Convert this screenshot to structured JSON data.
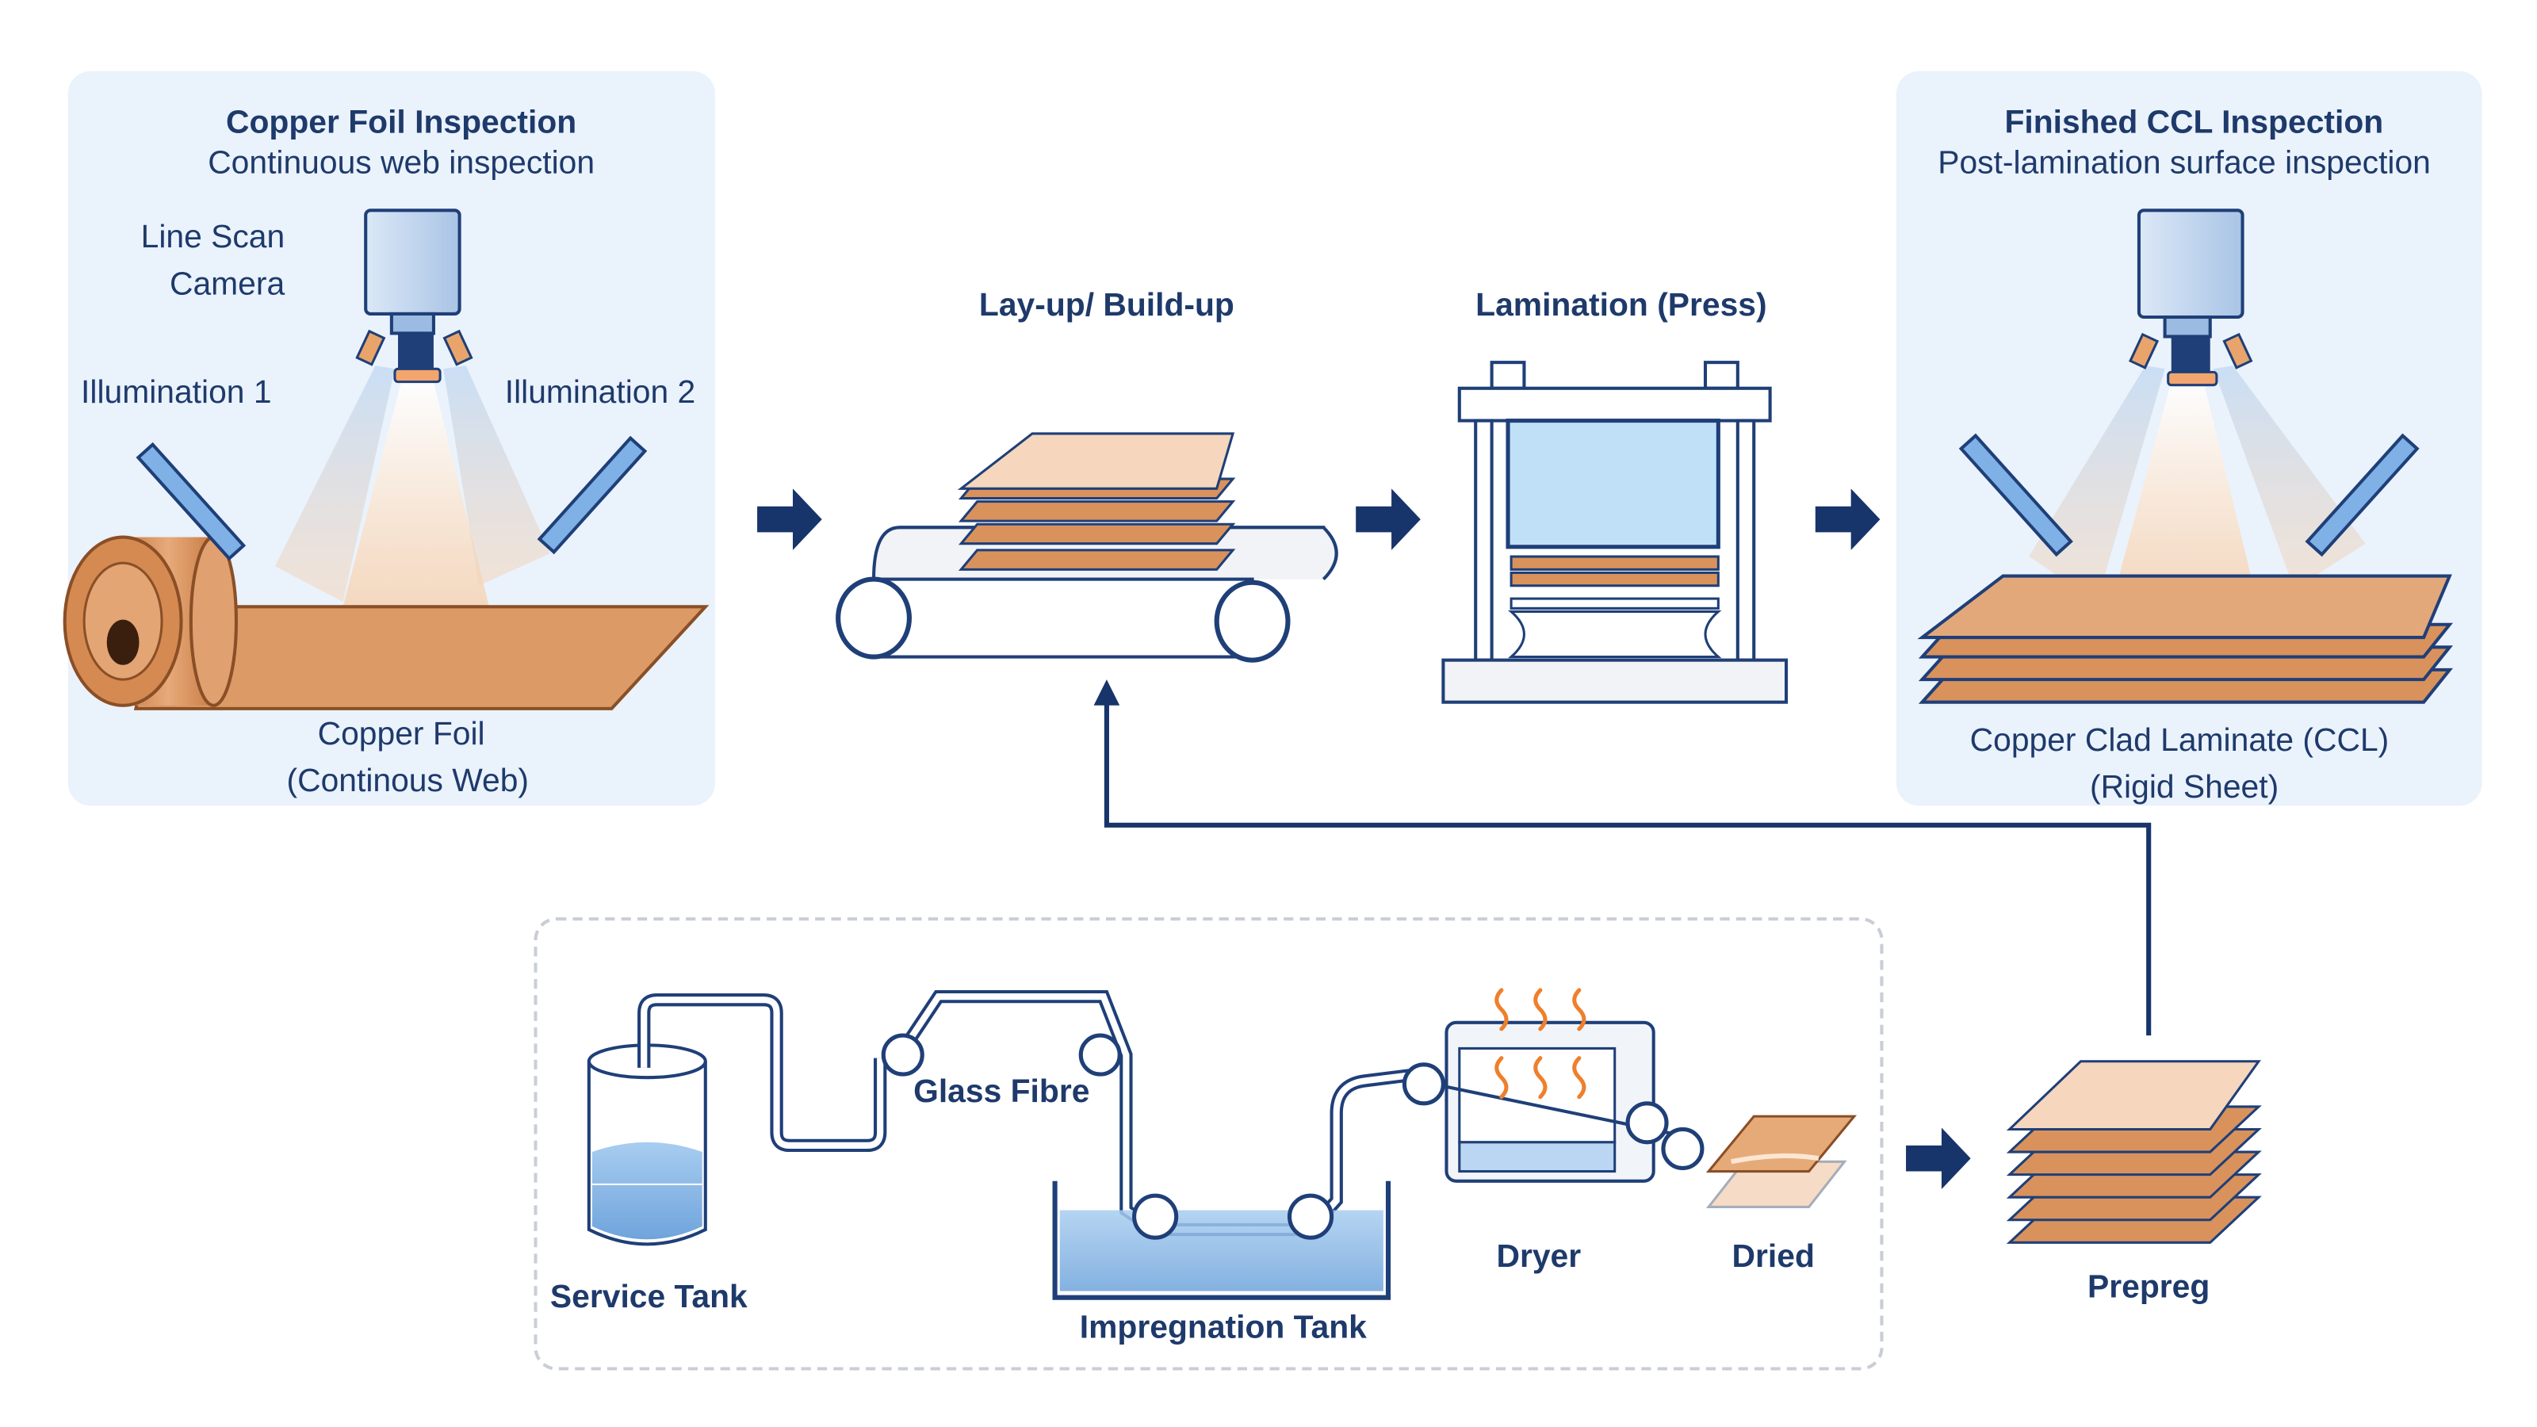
{
  "colors": {
    "navy": "#17346b",
    "copper": "#d9925c",
    "copper_light": "#f2cfae",
    "panel_bg": "#eaf2fc",
    "liquid_blue": "#8fbce8",
    "heat_orange": "#ef7f2c"
  },
  "icons": [
    "line-scan-camera-icon",
    "illumination-bar-icon",
    "copper-roll-icon",
    "conveyor-icon",
    "press-icon",
    "arrow-right-icon",
    "tank-icon",
    "heat-waves-icon"
  ],
  "foil_panel": {
    "title": "Copper Foil Inspection",
    "subtitle": "Continuous web inspection",
    "camera_label_1": "Line Scan",
    "camera_label_2": "Camera",
    "illum1": "Illumination 1",
    "illum2": "Illumination 2",
    "foil_label_1": "Copper Foil",
    "foil_label_2": "(Continous Web)"
  },
  "layup": {
    "label": "Lay-up/ Build-up"
  },
  "lamination": {
    "label": "Lamination (Press)"
  },
  "ccl_panel": {
    "title": "Finished CCL Inspection",
    "subtitle": "Post-lamination surface inspection",
    "ccl_label_1": "Copper Clad Laminate (CCL)",
    "ccl_label_2": "(Rigid Sheet)"
  },
  "prepreg_process": {
    "service_tank": "Service Tank",
    "glass_fibre": "Glass Fibre",
    "impregnation_tank": "Impregnation Tank",
    "dryer": "Dryer",
    "dried": "Dried",
    "prepreg": "Prepreg"
  }
}
